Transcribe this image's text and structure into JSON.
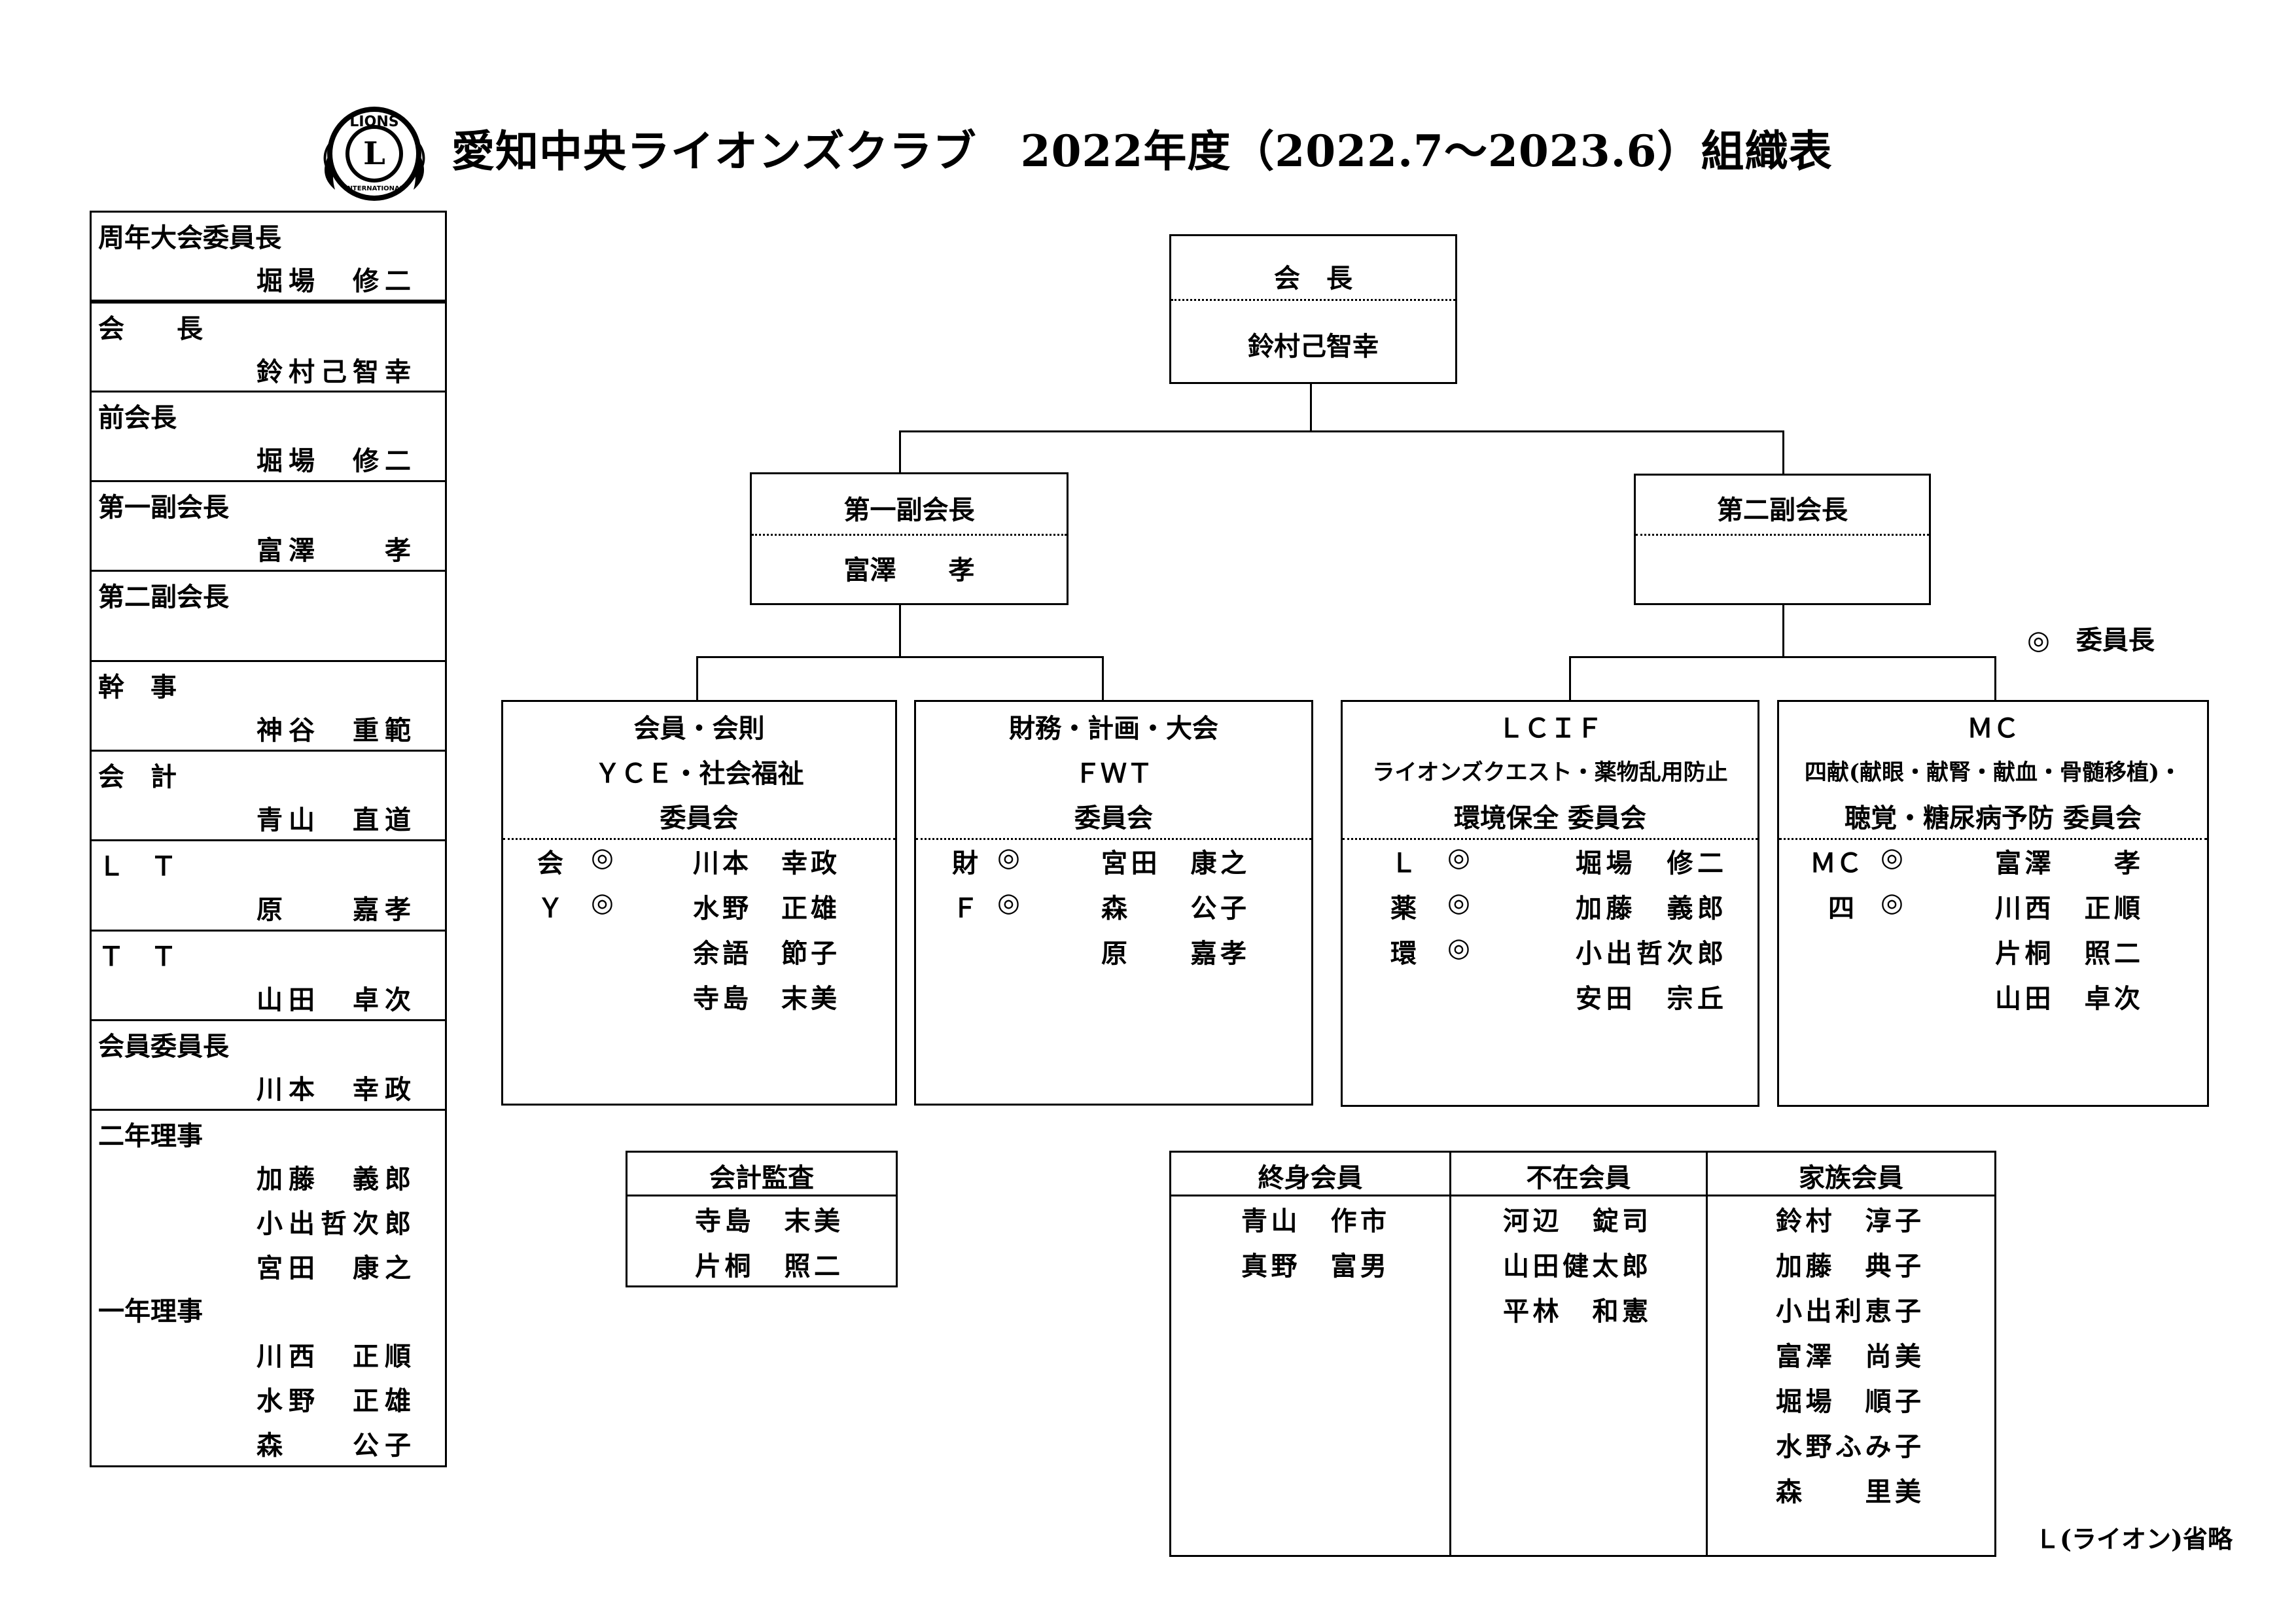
{
  "header": {
    "title": "愛知中央ライオンズクラブ　2022年度（2022.7～2023.6）組織表",
    "logo_text": [
      "LIONS",
      "L",
      "INTERNATIONAL"
    ]
  },
  "roster": [
    {
      "role": "周年大会委員長",
      "names": [
        "堀場　修二"
      ]
    },
    {
      "role": "会　　長",
      "names": [
        "鈴村己智幸"
      ]
    },
    {
      "role": "前会長",
      "names": [
        "堀場　修二"
      ]
    },
    {
      "role": "第一副会長",
      "names": [
        "富澤　　孝"
      ]
    },
    {
      "role": "第二副会長",
      "names": [
        ""
      ]
    },
    {
      "role": "幹　事",
      "names": [
        "神谷　重範"
      ]
    },
    {
      "role": "会　計",
      "names": [
        "青山　直道"
      ]
    },
    {
      "role": "Ｌ　Ｔ",
      "names": [
        "原　　嘉孝"
      ]
    },
    {
      "role": "Ｔ　Ｔ",
      "names": [
        "山田　卓次"
      ]
    },
    {
      "role": "会員委員長",
      "names": [
        "川本　幸政"
      ]
    },
    {
      "role": "二年理事",
      "names": [
        "加藤　義郎",
        "小出哲次郎",
        "宮田　康之"
      ],
      "role2": "一年理事",
      "names2": [
        "川西　正順",
        "水野　正雄",
        "森　　公子"
      ]
    }
  ],
  "chart": {
    "president": {
      "title": "会　長",
      "name": "鈴村己智幸"
    },
    "vp1": {
      "title": "第一副会長",
      "name": "富澤　　孝"
    },
    "vp2": {
      "title": "第二副会長",
      "name": ""
    },
    "legend": "◎　委員長",
    "committees": [
      {
        "lines": [
          "会員・会則",
          "ＹＣＥ・社会福祉",
          "委員会"
        ],
        "members": [
          {
            "abbr": "会",
            "mark": "◎",
            "name": "川本　幸政"
          },
          {
            "abbr": "Ｙ",
            "mark": "◎",
            "name": "水野　正雄"
          },
          {
            "abbr": "",
            "mark": "",
            "name": "余語　節子"
          },
          {
            "abbr": "",
            "mark": "",
            "name": "寺島　末美"
          }
        ]
      },
      {
        "lines": [
          "財務・計画・大会",
          "ＦＷＴ",
          "委員会"
        ],
        "members": [
          {
            "abbr": "財",
            "mark": "◎",
            "name": "宮田　康之"
          },
          {
            "abbr": "Ｆ",
            "mark": "◎",
            "name": "森　　公子"
          },
          {
            "abbr": "",
            "mark": "",
            "name": "原　　嘉孝"
          }
        ]
      },
      {
        "lines": [
          "ＬＣＩＦ",
          "ライオンズクエスト・薬物乱用防止",
          "環境保全 委員会"
        ],
        "members": [
          {
            "abbr": "Ｌ",
            "mark": "◎",
            "name": "堀場　修二"
          },
          {
            "abbr": "薬",
            "mark": "◎",
            "name": "加藤　義郎"
          },
          {
            "abbr": "環",
            "mark": "◎",
            "name": "小出哲次郎"
          },
          {
            "abbr": "",
            "mark": "",
            "name": "安田　宗丘"
          }
        ]
      },
      {
        "lines": [
          "ＭＣ",
          "四献(献眼・献腎・献血・骨髄移植)・",
          "聴覚・糖尿病予防 委員会"
        ],
        "members": [
          {
            "abbr": "ＭＣ",
            "mark": "◎",
            "name": "富澤　　孝"
          },
          {
            "abbr": "四",
            "mark": "◎",
            "name": "川西　正順"
          },
          {
            "abbr": "",
            "mark": "",
            "name": "片桐　照二"
          },
          {
            "abbr": "",
            "mark": "",
            "name": "山田　卓次"
          }
        ]
      }
    ],
    "audit": {
      "title": "会計監査",
      "names": [
        "寺島　末美",
        "片桐　照二"
      ]
    },
    "members_table": [
      {
        "title": "終身会員",
        "names": [
          "青山　作市",
          "真野　富男"
        ]
      },
      {
        "title": "不在会員",
        "names": [
          "河辺　錠司",
          "山田健太郎",
          "平林　和憲"
        ]
      },
      {
        "title": "家族会員",
        "names": [
          "鈴村　淳子",
          "加藤　典子",
          "小出利恵子",
          "富澤　尚美",
          "堀場　順子",
          "水野ふみ子",
          "森　　里美"
        ]
      }
    ],
    "footnote": "Ｌ(ライオン)省略"
  }
}
